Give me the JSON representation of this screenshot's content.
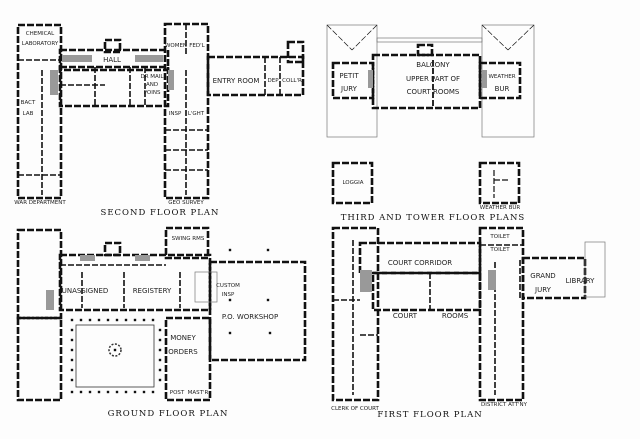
{
  "second_floor": {
    "title": "SECOND FLOOR PLAN",
    "rooms": [
      "CHEMICAL",
      "LABORATORY",
      "HALL",
      "DR MAIL",
      "AND",
      "POINS",
      "ENTRY ROOM",
      "DEP",
      "COLL'R",
      "WOMEN",
      "FED'L",
      "BACT",
      "LAB",
      "INSP",
      "L'GHT",
      "WAR DEPARTMENT",
      "GEO SURVEY"
    ]
  },
  "third_floor": {
    "title": "THIRD AND TOWER FLOOR PLANS",
    "rooms": [
      "BALCONY",
      "UPPER PART OF",
      "COURT ROOMS",
      "PETIT",
      "JURY",
      "WEATHER",
      "BUR",
      "LOGGIA",
      "WEATHER BUR"
    ]
  },
  "ground_floor": {
    "title": "GROUND FLOOR PLAN",
    "rooms": [
      "SWING RMS",
      "UNASSIGNED",
      "REGISTERY",
      "CUSTOM",
      "INSP",
      "P.O. WORKSHOP",
      "MONEY",
      "ORDERS",
      "POST",
      "MAST'R"
    ]
  },
  "first_floor": {
    "title": "FIRST FLOOR PLAN",
    "rooms": [
      "TOILET",
      "TOILET",
      "COURT CORRIDOR",
      "GRAND",
      "JURY",
      "LIBRARY",
      "COURT",
      "ROOMS",
      "CLERK OF COURT",
      "DISTRICT ATT'NY"
    ]
  }
}
